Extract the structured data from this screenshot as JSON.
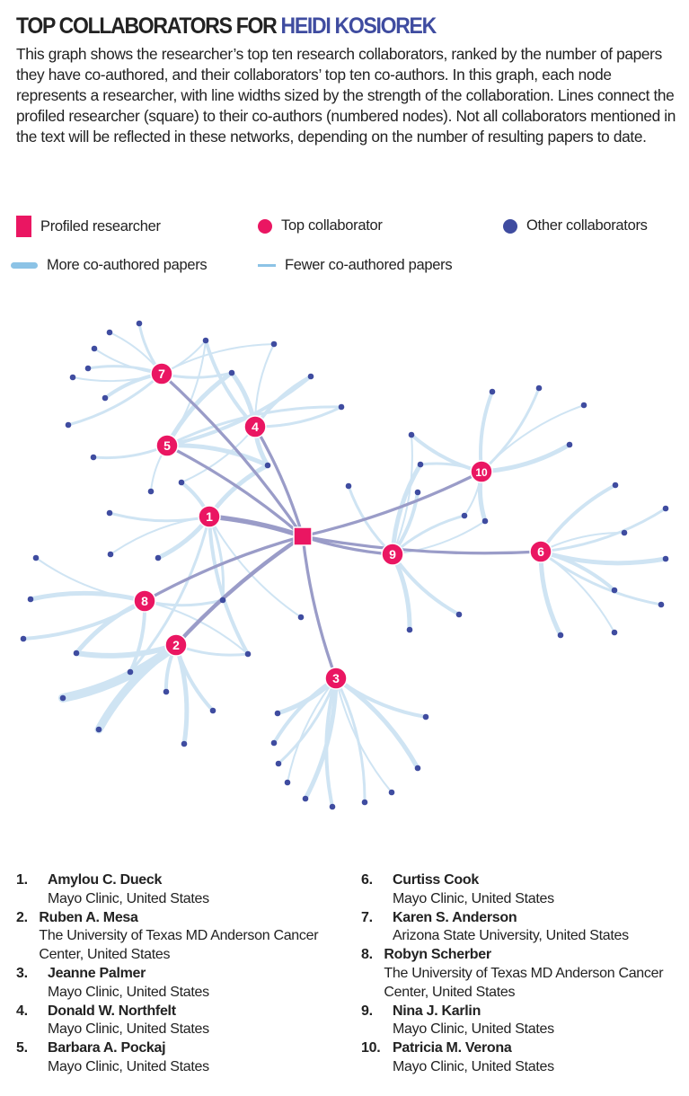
{
  "header": {
    "title_prefix": "TOP COLLABORATORS FOR",
    "title_name": "HEIDI KOSIOREK",
    "description": "This graph shows the researcher’s top ten research collaborators, ranked by the number of papers they have co-authored, and their collaborators’ top ten co-authors. In this graph, each node represents a researcher, with line widths sized by the strength of the collaboration. Lines connect the profiled researcher (square) to their co-authors (numbered nodes). Not all collaborators mentioned in the text will be reflected in these networks, depending on the number of resulting papers to date."
  },
  "legend": {
    "profiled": "Profiled researcher",
    "top": "Top collaborator",
    "other": "Other collaborators",
    "more": "More co-authored papers",
    "fewer": "Fewer co-authored papers"
  },
  "colors": {
    "profiled": "#ea1662",
    "top": "#ea1662",
    "other": "#3f4ca0",
    "main_edge": "#9a9cc8",
    "sub_edge": "#cfe4f3",
    "accent": "#3f4ca0"
  },
  "graph": {
    "top_nodes": [
      "1",
      "2",
      "3",
      "4",
      "5",
      "6",
      "7",
      "8",
      "9",
      "10"
    ],
    "edge_strength": {
      "1": 5,
      "2": 4,
      "3": 3,
      "4": 3,
      "5": 3,
      "6": 3,
      "7": 3,
      "8": 3,
      "9": 3,
      "10": 3
    }
  },
  "collaborators": [
    {
      "num": "1.",
      "name": "Amylou C. Dueck",
      "affiliation": "Mayo Clinic, United States"
    },
    {
      "num": "2.",
      "name": "Ruben A. Mesa",
      "affiliation": "The University of Texas MD Anderson Cancer Center, United States"
    },
    {
      "num": "3.",
      "name": "Jeanne Palmer",
      "affiliation": "Mayo Clinic, United States"
    },
    {
      "num": "4.",
      "name": "Donald W. Northfelt",
      "affiliation": "Mayo Clinic, United States"
    },
    {
      "num": "5.",
      "name": "Barbara A. Pockaj",
      "affiliation": "Mayo Clinic, United States"
    },
    {
      "num": "6.",
      "name": "Curtiss Cook",
      "affiliation": "Mayo Clinic, United States"
    },
    {
      "num": "7.",
      "name": "Karen S. Anderson",
      "affiliation": "Arizona State University, United States"
    },
    {
      "num": "8.",
      "name": "Robyn Scherber",
      "affiliation": "The University of Texas MD Anderson Cancer Center, United States"
    },
    {
      "num": "9.",
      "name": "Nina J. Karlin",
      "affiliation": "Mayo Clinic, United States"
    },
    {
      "num": "10.",
      "name": "Patricia M. Verona",
      "affiliation": "Mayo Clinic, United States"
    }
  ]
}
